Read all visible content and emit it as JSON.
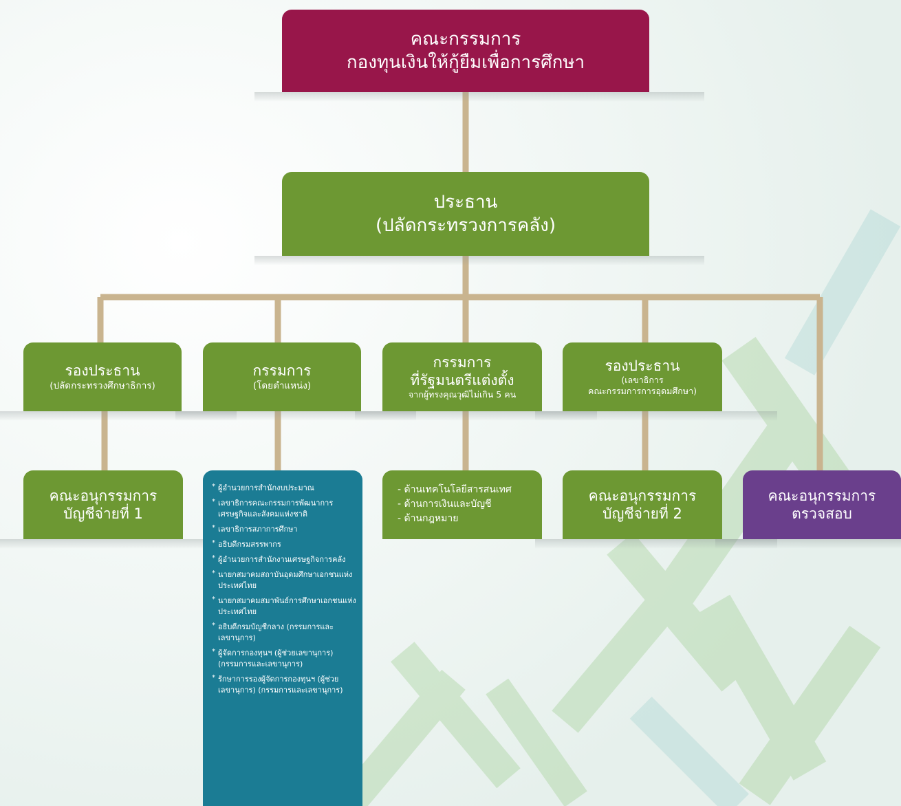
{
  "colors": {
    "green": "#6d9833",
    "maroon": "#98164a",
    "purple": "#6a3f8c",
    "teal": "#1b7c94",
    "connector": "#c9b48f"
  },
  "board": {
    "line1": "คณะกรรมการ",
    "line2": "กองทุนเงินให้กู้ยืมเพื่อการศึกษา"
  },
  "chair": {
    "line1": "ประธาน",
    "line2": "(ปลัดกระทรวงการคลัง)"
  },
  "vice_chair_1": {
    "title": "รองประธาน",
    "subtitle": "(ปลัดกระทรวงศึกษาธิการ)"
  },
  "ex_officio": {
    "title": "กรรมการ",
    "subtitle": "(โดยตำแหน่ง)"
  },
  "appointed": {
    "line1": "กรรมการ",
    "line2": "ที่รัฐมนตรีแต่งตั้ง",
    "line3": "จากผู้ทรงคุณวุฒิไม่เกิน 5 คน"
  },
  "vice_chair_2": {
    "title": "รองประธาน",
    "subtitle1": "(เลขาธิการ",
    "subtitle2": "คณะกรรมการการอุดมศึกษา)"
  },
  "subcommittee_1": {
    "line1": "คณะอนุกรรมการ",
    "line2": "บัญชีจ่ายที่ 1"
  },
  "ex_officio_members": [
    "ผู้อำนวยการสำนักงบประมาณ",
    "เลขาธิการคณะกรรมการพัฒนาการเศรษฐกิจและสังคมแห่งชาติ",
    "เลขาธิการสภาการศึกษา",
    "อธิบดีกรมสรรพากร",
    "ผู้อำนวยการสำนักงานเศรษฐกิจการคลัง",
    "นายกสมาคมสถาบันอุดมศึกษาเอกชนแห่งประเทศไทย",
    "นายกสมาคมสมาพันธ์การศึกษาเอกชนแห่งประเทศไทย",
    "อธิบดีกรมบัญชีกลาง (กรรมการและเลขานุการ)",
    "ผู้จัดการกองทุนฯ (ผู้ช่วยเลขานุการ) (กรรมการและเลขานุการ)",
    "รักษาการรองผู้จัดการกองทุนฯ (ผู้ช่วยเลขานุการ) (กรรมการและเลขานุการ)"
  ],
  "expertise": [
    "- ด้านเทคโนโลยีสารสนเทศ",
    "- ด้านการเงินและบัญชี",
    "- ด้านกฎหมาย"
  ],
  "subcommittee_2": {
    "line1": "คณะอนุกรรมการ",
    "line2": "บัญชีจ่ายที่ 2"
  },
  "audit": {
    "line1": "คณะอนุกรรมการ",
    "line2": "ตรวจสอบ"
  }
}
